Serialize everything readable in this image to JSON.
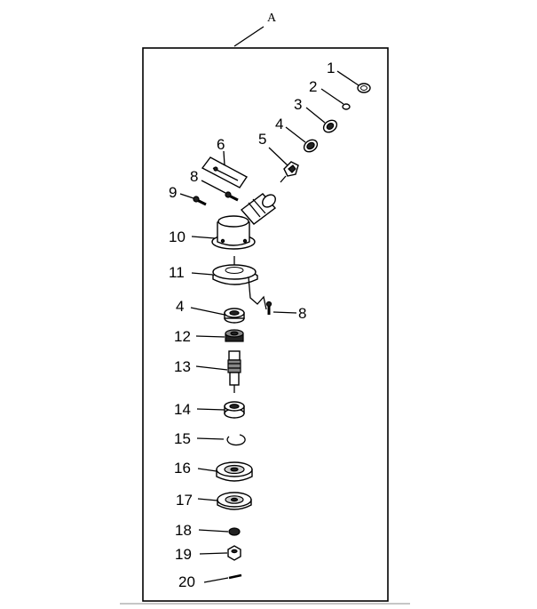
{
  "frame_label": "A",
  "labels": {
    "p1": "1",
    "p2": "2",
    "p3": "3",
    "p4a": "4",
    "p5": "5",
    "p6": "6",
    "p8a": "8",
    "p9": "9",
    "p10": "10",
    "p11": "11",
    "p4b": "4",
    "p8b": "8",
    "p12": "12",
    "p13": "13",
    "p14": "14",
    "p15": "15",
    "p16": "16",
    "p17": "17",
    "p18": "18",
    "p19": "19",
    "p20": "20"
  }
}
